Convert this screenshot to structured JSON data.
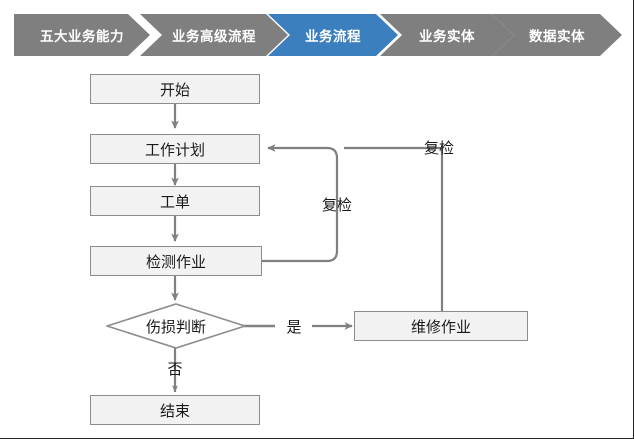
{
  "breadcrumb": {
    "active_color": "#3c7fbf",
    "inactive_color": "#7f7f7f",
    "items": [
      {
        "label": "五大业务能力",
        "active": false
      },
      {
        "label": "业务高级流程",
        "active": false
      },
      {
        "label": "业务流程",
        "active": true
      },
      {
        "label": "业务实体",
        "active": false
      },
      {
        "label": "数据实体",
        "active": false
      }
    ]
  },
  "flowchart": {
    "type": "flowchart",
    "node_fill": "#f2f2f2",
    "node_border": "#8c8c8c",
    "connector_color": "#808080",
    "nodes": {
      "start": "开始",
      "work_plan": "工作计划",
      "work_order": "工单",
      "inspection": "检测作业",
      "decision": "伤损判断",
      "repair": "维修作业",
      "end": "结束"
    },
    "edge_labels": {
      "yes": "是",
      "no": "否",
      "recheck_inner": "复检",
      "recheck_outer": "复检"
    }
  }
}
